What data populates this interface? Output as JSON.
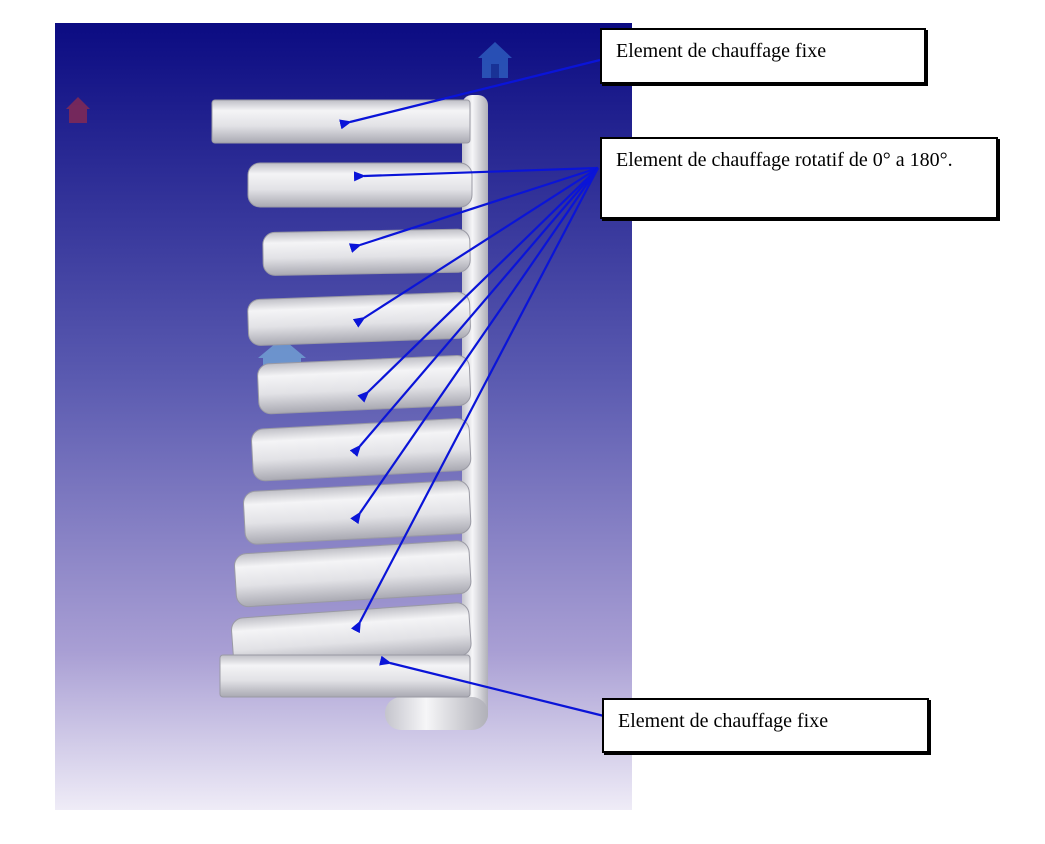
{
  "labels": {
    "fixed_top": "Element de chauffage fixe",
    "rotating": "Element de chauffage rotatif de 0° a 180°.",
    "fixed_bottom": "Element de chauffage fixe"
  },
  "colors": {
    "background_top": "#0b0b82",
    "background_bottom": "#ece9f6",
    "arrow": "#0a14d8",
    "tube": "#e4e4e8"
  },
  "watermark_icons": [
    "house-icon",
    "house-icon",
    "house-icon"
  ]
}
